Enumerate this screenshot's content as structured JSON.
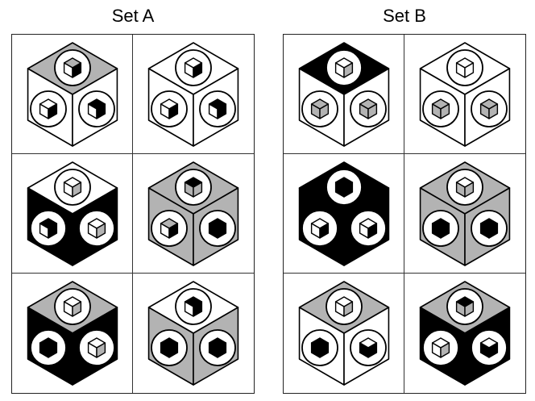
{
  "colors": {
    "white": "#ffffff",
    "gray": "#b3b3b3",
    "black": "#000000"
  },
  "sets": [
    {
      "title": "Set A",
      "cells": [
        {
          "faces": [
            "gray",
            "white",
            "white"
          ],
          "circles": [
            "white",
            "white",
            "white"
          ],
          "minis": [
            [
              "gray",
              "white",
              "black"
            ],
            [
              "white",
              "white",
              "black"
            ],
            [
              "black",
              "white",
              "black"
            ]
          ]
        },
        {
          "faces": [
            "white",
            "white",
            "white"
          ],
          "circles": [
            "white",
            "white",
            "white"
          ],
          "minis": [
            [
              "white",
              "white",
              "black"
            ],
            [
              "white",
              "white",
              "black"
            ],
            [
              "black",
              "white",
              "black"
            ]
          ]
        },
        {
          "faces": [
            "white",
            "black",
            "black"
          ],
          "circles": [
            "white",
            "white",
            "white"
          ],
          "minis": [
            [
              "white",
              "white",
              "gray"
            ],
            [
              "black",
              "white",
              "black"
            ],
            [
              "white",
              "white",
              "gray"
            ]
          ]
        },
        {
          "faces": [
            "gray",
            "gray",
            "gray"
          ],
          "circles": [
            "white",
            "white",
            "white"
          ],
          "minis": [
            [
              "black",
              "gray",
              "gray"
            ],
            [
              "gray",
              "white",
              "black"
            ],
            [
              "black",
              "black",
              "black"
            ]
          ]
        },
        {
          "faces": [
            "gray",
            "black",
            "black"
          ],
          "circles": [
            "white",
            "white",
            "white"
          ],
          "minis": [
            [
              "white",
              "white",
              "gray"
            ],
            [
              "black",
              "black",
              "black"
            ],
            [
              "white",
              "white",
              "gray"
            ]
          ]
        },
        {
          "faces": [
            "white",
            "gray",
            "gray"
          ],
          "circles": [
            "white",
            "white",
            "white"
          ],
          "minis": [
            [
              "black",
              "white",
              "black"
            ],
            [
              "black",
              "black",
              "black"
            ],
            [
              "black",
              "black",
              "black"
            ]
          ]
        }
      ]
    },
    {
      "title": "Set B",
      "cells": [
        {
          "faces": [
            "black",
            "white",
            "white"
          ],
          "circles": [
            "white",
            "white",
            "white"
          ],
          "minis": [
            [
              "white",
              "white",
              "gray"
            ],
            [
              "gray",
              "gray",
              "gray"
            ],
            [
              "gray",
              "gray",
              "gray"
            ]
          ]
        },
        {
          "faces": [
            "white",
            "white",
            "white"
          ],
          "circles": [
            "white",
            "white",
            "white"
          ],
          "minis": [
            [
              "white",
              "white",
              "white"
            ],
            [
              "gray",
              "gray",
              "gray"
            ],
            [
              "gray",
              "gray",
              "gray"
            ]
          ]
        },
        {
          "faces": [
            "black",
            "black",
            "black"
          ],
          "circles": [
            "white",
            "white",
            "white"
          ],
          "minis": [
            [
              "black",
              "black",
              "black"
            ],
            [
              "white",
              "white",
              "black"
            ],
            [
              "white",
              "white",
              "black"
            ]
          ]
        },
        {
          "faces": [
            "gray",
            "gray",
            "gray"
          ],
          "circles": [
            "white",
            "white",
            "white"
          ],
          "minis": [
            [
              "white",
              "gray",
              "gray"
            ],
            [
              "black",
              "black",
              "black"
            ],
            [
              "black",
              "black",
              "black"
            ]
          ]
        },
        {
          "faces": [
            "gray",
            "white",
            "white"
          ],
          "circles": [
            "white",
            "white",
            "white"
          ],
          "minis": [
            [
              "white",
              "white",
              "gray"
            ],
            [
              "black",
              "black",
              "black"
            ],
            [
              "white",
              "black",
              "black"
            ]
          ]
        },
        {
          "faces": [
            "gray",
            "black",
            "black"
          ],
          "circles": [
            "white",
            "white",
            "white"
          ],
          "minis": [
            [
              "black",
              "gray",
              "gray"
            ],
            [
              "white",
              "white",
              "gray"
            ],
            [
              "white",
              "black",
              "black"
            ]
          ]
        }
      ]
    }
  ]
}
